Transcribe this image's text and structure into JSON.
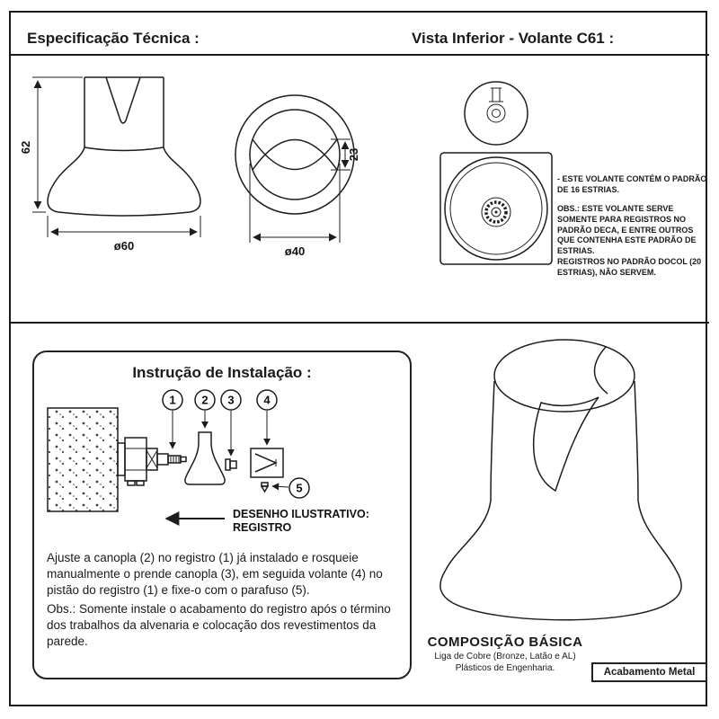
{
  "header": {
    "title_left": "Especificação Técnica :",
    "title_right": "Vista Inferior - Volante C61 :"
  },
  "spec": {
    "dim_height": "62",
    "dim_base": "ø60",
    "dim_top": "ø40",
    "dim_inner": "23"
  },
  "bottom_view": {
    "note_pattern": "- ESTE VOLANTE CONTÉM O PADRÃO DE 16 ESTRIAS.",
    "note_obs_1": "OBS.: ESTE VOLANTE SERVE SOMENTE PARA REGISTROS NO PADRÃO DECA, E ENTRE OUTROS QUE CONTENHA ESTE PADRÃO DE ESTRIAS.",
    "note_obs_2": "REGISTROS NO PADRÃO DOCOL (20 ESTRIAS), NÃO SERVEM."
  },
  "installation": {
    "title": "Instrução de Instalação :",
    "callout_1": "1",
    "callout_2": "2",
    "callout_3": "3",
    "callout_4": "4",
    "callout_5": "5",
    "arrow_label_line1": "DESENHO ILUSTRATIVO:",
    "arrow_label_line2": "REGISTRO",
    "paragraph_1": "Ajuste a canopla (2) no registro (1) já instalado e rosqueie manualmente o prende canopla (3), em seguida volante (4) no pistão do registro (1) e fixe-o com o parafuso (5).",
    "paragraph_2": "Obs.: Somente instale o acabamento do registro após o término dos trabalhos da alvenaria e colocação dos revestimentos da parede."
  },
  "composition": {
    "title": "COMPOSIÇÃO BÁSICA",
    "line_1": "Liga de Cobre (Bronze, Latão e AL)",
    "line_2": "Plásticos de Engenharia."
  },
  "finish_badge": "Acabamento Metal"
}
